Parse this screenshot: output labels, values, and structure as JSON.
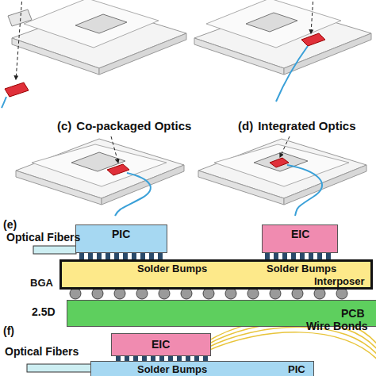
{
  "diagram": {
    "nodes": [
      {
        "text": [
          "PIC"
        ]
      },
      {
        "text": [
          "EIC"
        ]
      },
      {
        "text": [
          "Solder Bumps",
          "Solder Bumps",
          "Interposer"
        ]
      },
      {
        "text": [
          "PCB"
        ]
      },
      {
        "text": [
          "EIC"
        ]
      },
      {
        "text": [
          "Solder Bumps",
          "PIC"
        ]
      }
    ],
    "labels": [
      "(c)",
      "Co-packaged Optics",
      "(d)",
      "Integrated Optics",
      "(e)",
      "Optical Fibers",
      "BGA",
      "2.5D",
      "(f)",
      "Wire Bonds",
      "Optical Fibers"
    ]
  }
}
